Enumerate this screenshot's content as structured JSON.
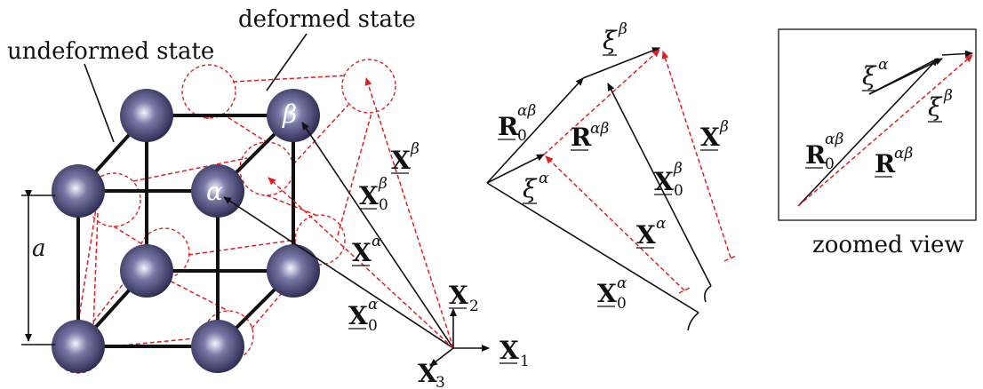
{
  "labels": {
    "undeformed": "undeformed state",
    "deformed": "deformed state",
    "lattice_a": "a",
    "alpha": "α",
    "beta": "β",
    "zoomed": "zoomed view"
  },
  "vectors": {
    "X": "X",
    "X0": "X",
    "R": "R",
    "xi": "ξ",
    "sub0": "0",
    "sup_alpha": "α",
    "sup_beta": "β",
    "sup_ab": "αβ",
    "sub1": "1",
    "sub2": "2",
    "sub3": "3"
  },
  "colors": {
    "atom_dark": "#2b2b55",
    "atom_light": "#e8e8f5",
    "deformed": "#e02020",
    "line": "#111111"
  }
}
